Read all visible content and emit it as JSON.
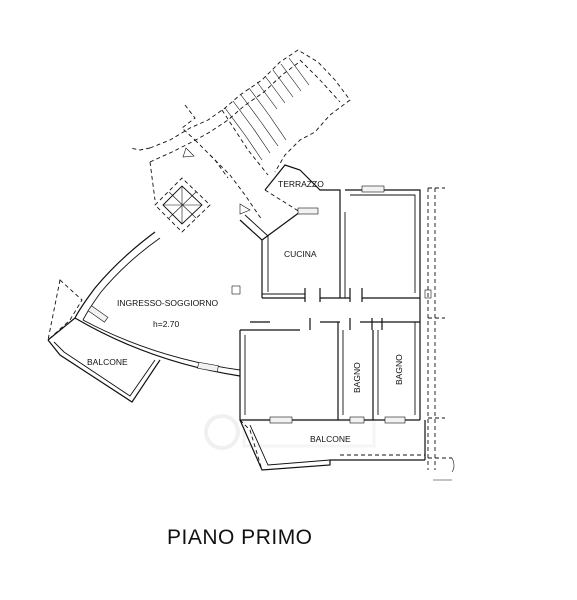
{
  "title": "PIANO PRIMO",
  "rooms": {
    "terrazzo": "TERRAZZO",
    "cucina": "CUCINA",
    "ingresso": "INGRESSO-SOGGIORNO",
    "height": "h=2.70",
    "balcone_left": "BALCONE",
    "balcone_bottom": "BALCONE",
    "bagno_1": "BAGNO",
    "bagno_2": "BAGNO"
  },
  "colors": {
    "line": "#111111",
    "background": "#ffffff"
  }
}
